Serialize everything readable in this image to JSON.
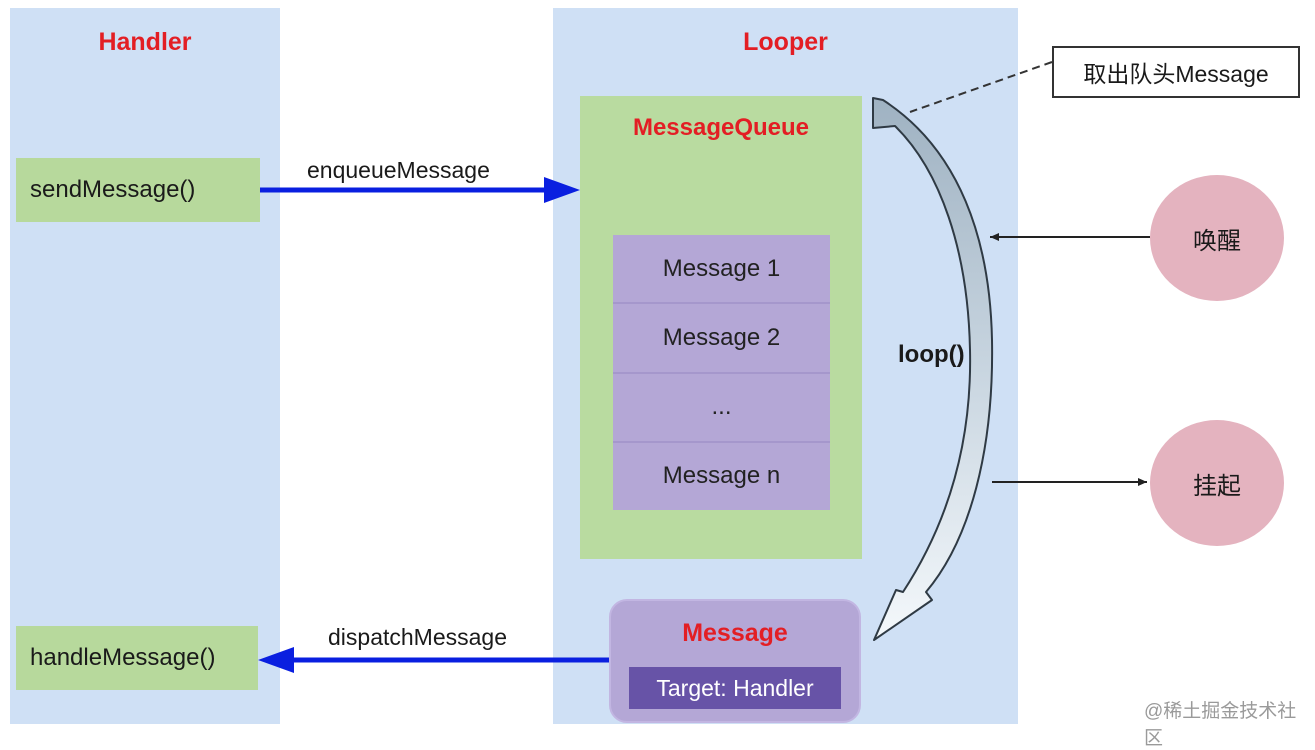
{
  "handler": {
    "title": "Handler",
    "send_method": "sendMessage()",
    "handle_method": "handleMessage()"
  },
  "looper": {
    "title": "Looper",
    "queue": {
      "title": "MessageQueue",
      "items": [
        "Message 1",
        "Message 2",
        "...",
        "Message n"
      ]
    },
    "message": {
      "title": "Message",
      "target": "Target: Handler"
    },
    "loop_label": "loop()"
  },
  "arrows": {
    "enqueue": "enqueueMessage",
    "dispatch": "dispatchMessage"
  },
  "callout": "取出队头Message",
  "states": {
    "wake": "唤醒",
    "suspend": "挂起"
  },
  "watermark": "@稀土掘金技术社区",
  "colors": {
    "panel": "#cfe0f5",
    "title_red": "#e31e24",
    "method_green": "#b7d99c",
    "queue_green": "#b9dba0",
    "message_purple": "#b4a7d6",
    "target_purple": "#6753a7",
    "arrow_blue": "#0a1fe0",
    "state_pink": "#e4b3bf"
  }
}
